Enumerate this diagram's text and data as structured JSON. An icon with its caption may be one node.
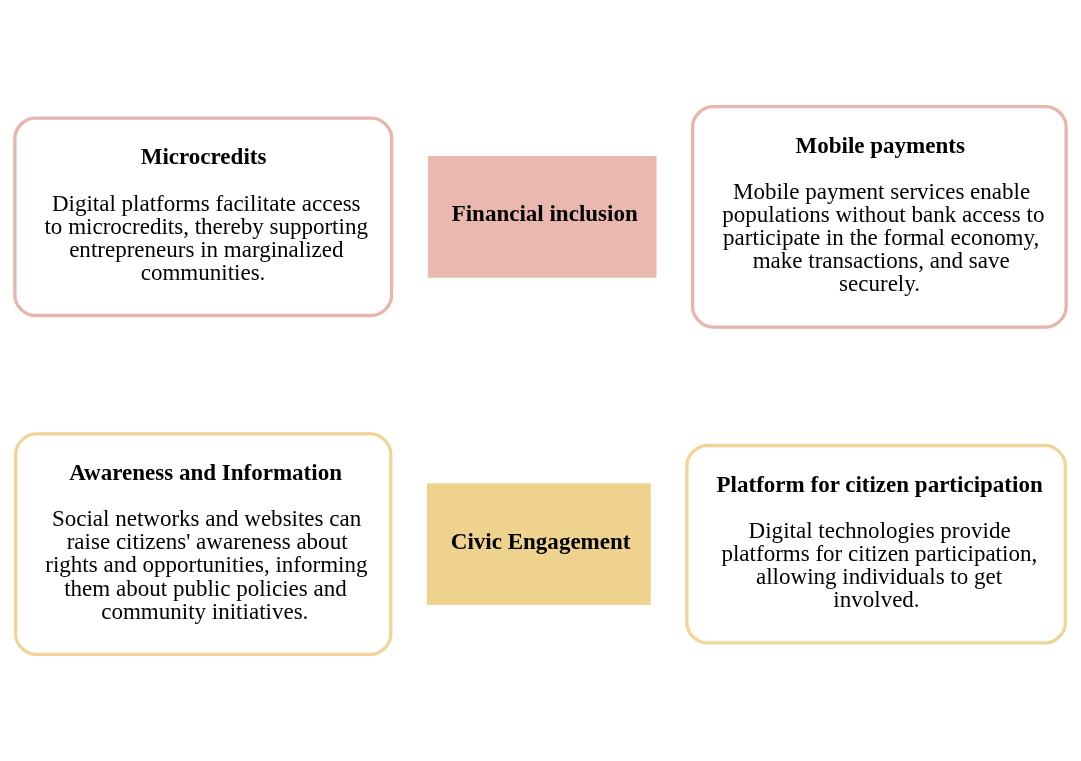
{
  "diagram": {
    "nodes": [
      {
        "text": [
          "Microcredits",
          "Digital platforms facilitate access to microcredits, thereby supporting entrepreneurs in marginalized communities."
        ]
      },
      {
        "text": [
          "Financial inclusion"
        ]
      },
      {
        "text": [
          "Mobile payments",
          "Mobile payment services enable populations without bank access to participate in the formal economy, make transactions, and save securely."
        ]
      },
      {
        "text": [
          "Awareness and Information",
          "Social networks and websites can raise citizens' awareness about rights and opportunities, informing them about public policies and community initiatives."
        ]
      },
      {
        "text": [
          "Civic Engagement"
        ]
      },
      {
        "text": [
          "Platform for citizen participation",
          "Digital technologies provide platforms for citizen participation, allowing individuals to get involved."
        ]
      }
    ]
  }
}
